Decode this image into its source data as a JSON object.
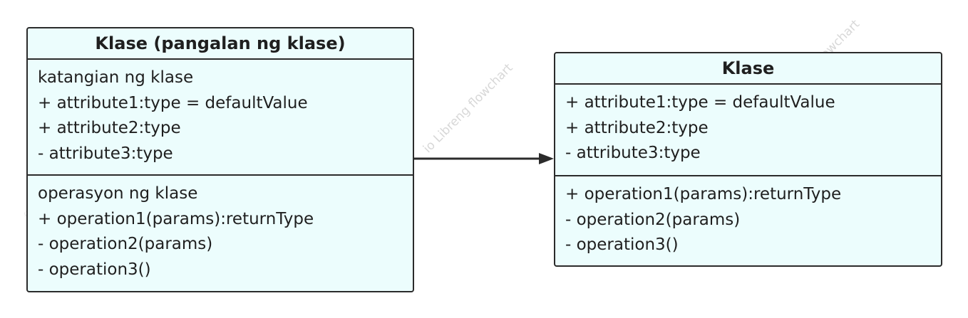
{
  "watermark": {
    "text": "flowchart",
    "text_partial": "io Libreng flowchart"
  },
  "class_left": {
    "title": "Klase (pangalan ng klase)",
    "attributes": [
      "katangian ng klase",
      "+ attribute1:type = defaultValue",
      "+ attribute2:type",
      "- attribute3:type"
    ],
    "operations": [
      "operasyon ng klase",
      "+ operation1(params):returnType",
      "- operation2(params)",
      "- operation3()"
    ]
  },
  "class_right": {
    "title": "Klase",
    "attributes": [
      "+ attribute1:type = defaultValue",
      "+ attribute2:type",
      "- attribute3:type"
    ],
    "operations": [
      "+ operation1(params):returnType",
      "- operation2(params)",
      "- operation3()"
    ]
  },
  "colors": {
    "box_fill": "#ecfdfd",
    "stroke": "#2b2b2b",
    "text": "#1f1f1f",
    "watermark": "#b8b8b8"
  }
}
